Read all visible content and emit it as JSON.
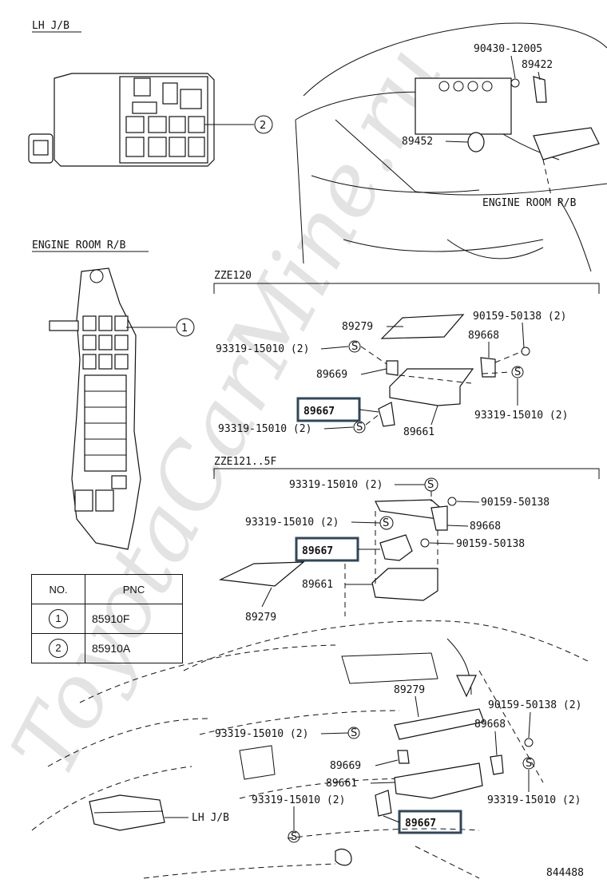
{
  "titles": {
    "lh_jb_top": "LH J/B",
    "engine_room_left": "ENGINE ROOM R/B",
    "engine_room_right": "ENGINE ROOM R/B",
    "lh_jb_bottom": "LH J/B"
  },
  "callouts": {
    "c1": "1",
    "c2": "2"
  },
  "sections": {
    "zze120": "ZZE120",
    "zze121": "ZZE121..5F"
  },
  "engine_parts": {
    "p90430": "90430-12005",
    "p89422": "89422",
    "p89452": "89452"
  },
  "zze120_labels": {
    "l89279": "89279",
    "l90159": "90159-50138 (2)",
    "l89668": "89668",
    "l93319a": "93319-15010 (2)",
    "l89669": "89669",
    "l89667": "89667",
    "l93319b": "93319-15010 (2)",
    "l93319c": "93319-15010 (2)",
    "l89661": "89661"
  },
  "zze121_labels": {
    "l93319a": "93319-15010 (2)",
    "l90159a": "90159-50138",
    "l93319b": "93319-15010 (2)",
    "l89668": "89668",
    "l89667": "89667",
    "l90159b": "90159-50138",
    "l89661": "89661",
    "l89279": "89279"
  },
  "dash_labels": {
    "l89279": "89279",
    "l90159": "90159-50138 (2)",
    "l89668": "89668",
    "l93319a": "93319-15010 (2)",
    "l89669": "89669",
    "l89661": "89661",
    "l93319b": "93319-15010 (2)",
    "l93319c": "93319-15010 (2)",
    "l89667": "89667"
  },
  "table": {
    "headers": {
      "no": "NO.",
      "pnc": "PNC"
    },
    "rows": [
      {
        "no": "1",
        "pnc": "85910F"
      },
      {
        "no": "2",
        "pnc": "85910A"
      }
    ]
  },
  "watermark": "ToyotaCarMine.ru",
  "figure_number": "844488",
  "colors": {
    "highlight": "#30475a",
    "ink": "#111111",
    "watermark": "#e3e3e3"
  }
}
